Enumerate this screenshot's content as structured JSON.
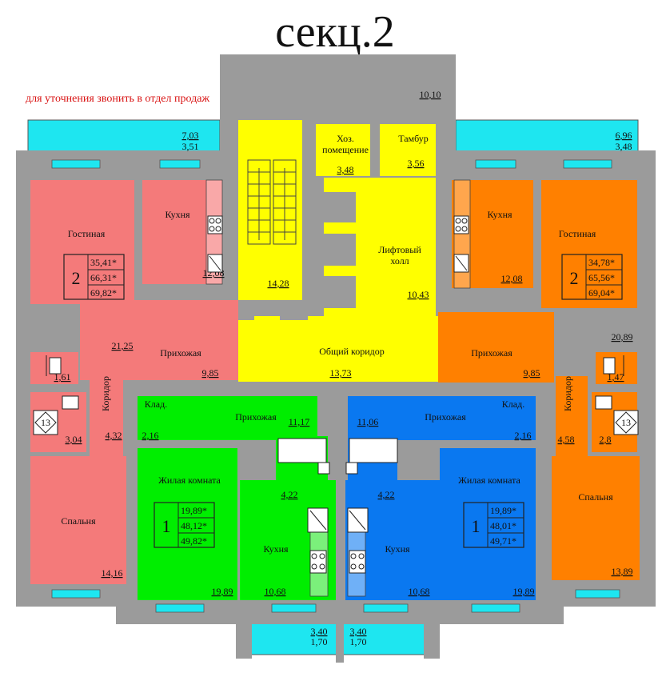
{
  "title": "секц.2",
  "notice": "для уточнения звонить в отдел продаж",
  "balconies": {
    "top_center": "10,10",
    "left_full": "7,03",
    "left_half": "3,51",
    "right_full": "6,96",
    "right_half": "3,48",
    "bottom_left_full": "3,40",
    "bottom_left_half": "1,70",
    "bottom_right_full": "3,40",
    "bottom_right_half": "1,70"
  },
  "core": {
    "stairs_area": "14,28",
    "storage_label_1": "Хоз.",
    "storage_label_2": "помещение",
    "storage_area": "3,48",
    "vestibule_label": "Тамбур",
    "vestibule_area": "3,56",
    "lift_hall_label_1": "Лифтовый",
    "lift_hall_label_2": "холл",
    "lift_hall_area": "10,43",
    "corridor_label": "Общий коридор",
    "corridor_area": "13,73"
  },
  "apt_left_2": {
    "rooms": "2",
    "living_area": "35,41*",
    "total_area": "66,31*",
    "total_with_balcony": "69,82*",
    "living_room_label": "Гостиная",
    "kitchen_label": "Кухня",
    "kitchen_area": "12,08",
    "living_room_area": "21,25",
    "hall_label": "Прихожая",
    "hall_area": "9,85",
    "wc_area": "1,61",
    "corridor_label": "Коридор",
    "corridor_area": "4,32",
    "bath_area": "3,04",
    "bath_mark": "13",
    "bedroom_label": "Спальня",
    "bedroom_area": "14,16"
  },
  "apt_right_2": {
    "rooms": "2",
    "living_area": "34,78*",
    "total_area": "65,56*",
    "total_with_balcony": "69,04*",
    "living_room_label": "Гостиная",
    "kitchen_label": "Кухня",
    "kitchen_area": "12,08",
    "living_room_area": "20,89",
    "hall_label": "Прихожая",
    "hall_area": "9,85",
    "wc_area": "1,47",
    "corridor_label": "Коридор",
    "corridor_area": "4,58",
    "bath_area": "2,8",
    "bath_mark": "13",
    "bedroom_label": "Спальня",
    "bedroom_area": "13,89"
  },
  "apt_green_1": {
    "rooms": "1",
    "living_area": "19,89*",
    "total_area": "48,12*",
    "total_with_balcony": "49,82*",
    "closet_label": "Клад.",
    "closet_area": "2,16",
    "hall_label": "Прихожая",
    "hall_area": "11,17",
    "bath_area": "4,22",
    "room_label": "Жилая комната",
    "room_area": "19,89",
    "kitchen_label": "Кухня",
    "kitchen_area": "10,68"
  },
  "apt_blue_1": {
    "rooms": "1",
    "living_area": "19,89*",
    "total_area": "48,01*",
    "total_with_balcony": "49,71*",
    "closet_label": "Клад.",
    "closet_area": "2,16",
    "hall_label": "Прихожая",
    "hall_area": "11,06",
    "bath_area": "4,22",
    "room_label": "Жилая комната",
    "room_area": "19,89",
    "kitchen_label": "Кухня",
    "kitchen_area": "10,68"
  },
  "colors": {
    "wall": "#9b9b9b",
    "balcony": "#1ee6f0",
    "core": "#ffff00",
    "apt_left": "#f47a7a",
    "apt_right": "#ff8000",
    "apt_green": "#00ee00",
    "apt_blue": "#0a78f0",
    "notice": "#d91414"
  }
}
